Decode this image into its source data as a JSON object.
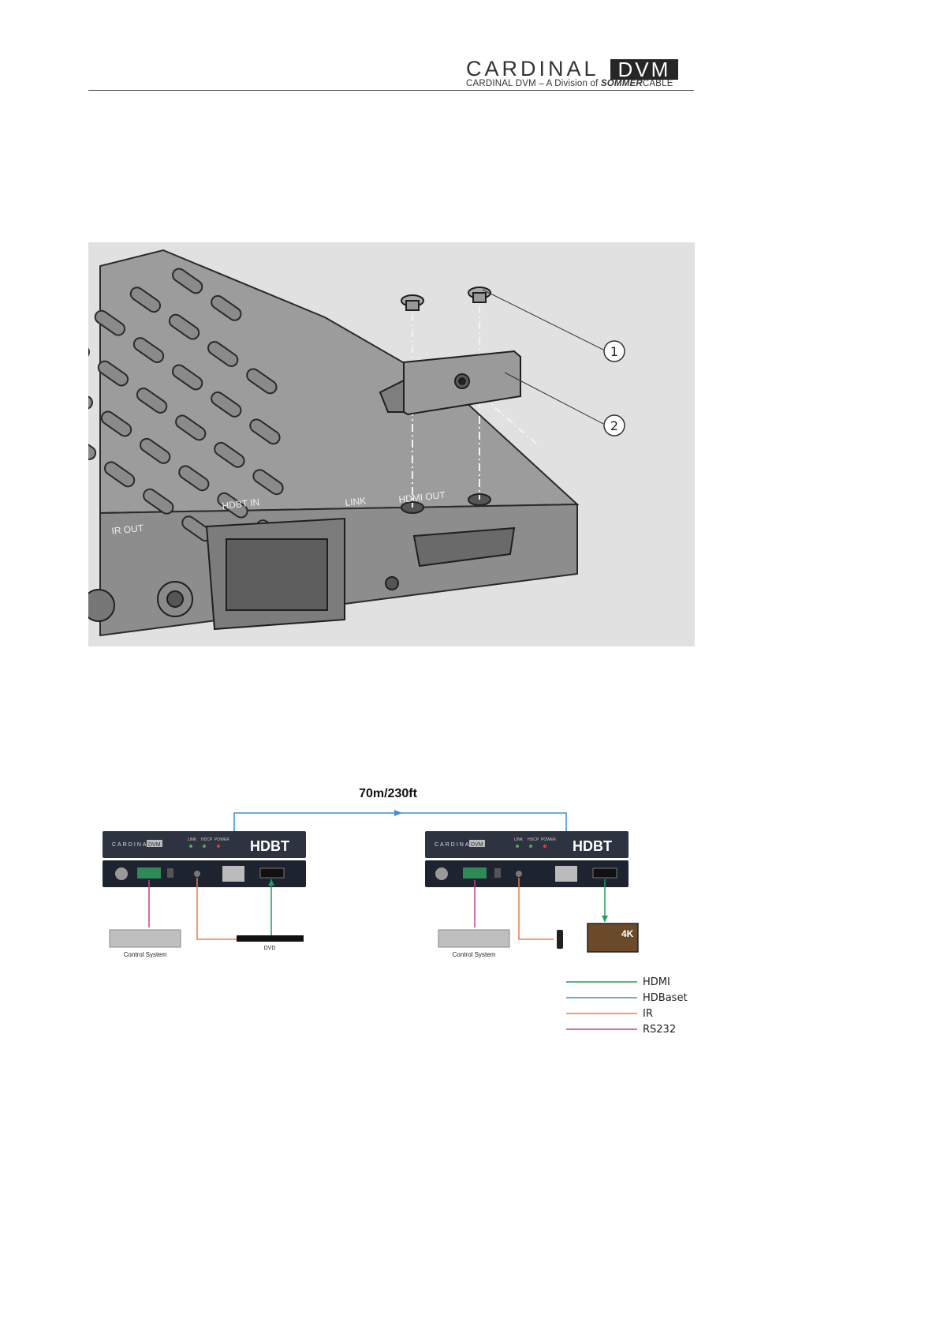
{
  "header": {
    "brand_name": "CARDINAL",
    "brand_badge": "DVM",
    "subtitle_prefix": "CARDINAL DVM – A Division of",
    "subtitle_brand": "SOMMER",
    "subtitle_suffix": "CABLE"
  },
  "illustration": {
    "port_labels": {
      "ir_out": "IR OUT",
      "hdbt_in": "HDBT IN",
      "link": "LINK",
      "hdmi_out": "HDMI OUT"
    },
    "callouts": [
      "1",
      "2"
    ]
  },
  "diagram": {
    "distance_label": "70m/230ft",
    "left_unit": {
      "brand": "CARDINAL",
      "badge": "DVM",
      "led_labels": [
        "LINK",
        "HDCP",
        "POWER"
      ],
      "logo": "HDBT",
      "device_label": "DVD",
      "control_label": "Control System"
    },
    "right_unit": {
      "brand": "CARDINAL",
      "badge": "DVM",
      "led_labels": [
        "LINK",
        "HDCP",
        "POWER"
      ],
      "logo": "HDBT",
      "tv_label": "4K",
      "control_label": "Control System"
    },
    "legend": [
      {
        "label": "HDMI",
        "color": "#1e9e5a"
      },
      {
        "label": "HDBaset",
        "color": "#3d8fd6"
      },
      {
        "label": "IR",
        "color": "#f07a45"
      },
      {
        "label": "RS232",
        "color": "#c0408f"
      }
    ]
  }
}
